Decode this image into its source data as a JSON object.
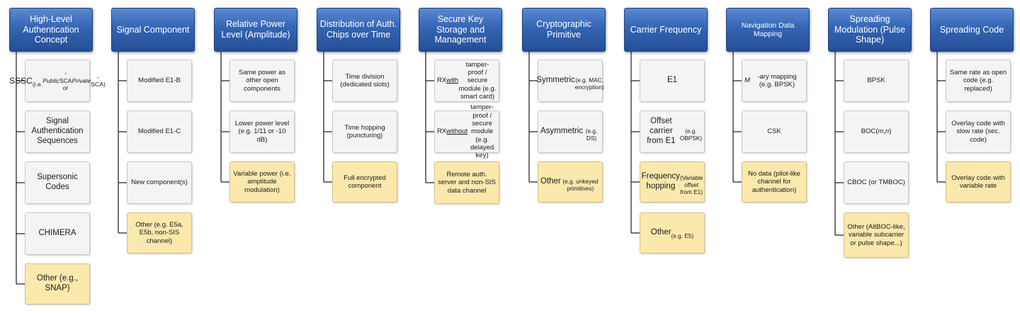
{
  "columns": [
    {
      "header": "High-Level Authentication Concept",
      "items": [
        {
          "rich": [
            {
              "t": "SSSC"
            },
            {
              "t": "\n(i.e. ",
              "s": "sm"
            },
            {
              "t": "Public",
              "s": "sm-i"
            },
            {
              "t": "-SCA\nor ",
              "s": "sm"
            },
            {
              "t": "Private",
              "s": "sm-i"
            },
            {
              "t": "-SCA)",
              "s": "sm"
            }
          ],
          "highlight": false
        },
        {
          "text": "Signal Authentication Sequences",
          "highlight": false
        },
        {
          "text": "Supersonic Codes",
          "highlight": false
        },
        {
          "text": "CHIMERA",
          "highlight": false
        },
        {
          "text": "Other (e.g., SNAP)",
          "highlight": true
        }
      ]
    },
    {
      "header": "Signal Component",
      "items": [
        {
          "text": "Modified E1-B",
          "highlight": false
        },
        {
          "text": "Modified E1-C",
          "highlight": false
        },
        {
          "text": "New component(s)",
          "highlight": false
        },
        {
          "text": "Other (e.g. E5a, E5b, non-SIS channel)",
          "highlight": true
        }
      ]
    },
    {
      "header": "Relative Power Level (Amplitude)",
      "items": [
        {
          "text": "Same power as other open components",
          "highlight": false
        },
        {
          "text": "Lower power level (e.g. 1/11 or -10 dB)",
          "highlight": false
        },
        {
          "text": "Variable power (i.e. amplitude modulation)",
          "highlight": true
        }
      ]
    },
    {
      "header": "Distribution of Auth. Chips over Time",
      "items": [
        {
          "text": "Time division (dedicated slots)",
          "highlight": false
        },
        {
          "text": "Time hopping (puncturing)",
          "highlight": false
        },
        {
          "text": "Full encrypted component",
          "highlight": true
        }
      ]
    },
    {
      "header": "Secure Key Storage and Management",
      "items": [
        {
          "rich": [
            {
              "t": "RX "
            },
            {
              "t": "with",
              "s": "u"
            },
            {
              "t": " tamper-proof / secure module (e.g. smart card)"
            }
          ],
          "highlight": false
        },
        {
          "rich": [
            {
              "t": "RX "
            },
            {
              "t": "without",
              "s": "u"
            },
            {
              "t": " tamper-proof / secure module (e.g. delayed key)"
            }
          ],
          "highlight": false
        },
        {
          "text": "Remote auth. server and non-SIS data channel",
          "highlight": true
        }
      ]
    },
    {
      "header": "Cryptographic Primitive",
      "items": [
        {
          "rich": [
            {
              "t": "Symmetric"
            },
            {
              "t": "\n(e.g. MAC, encryption)",
              "s": "sm"
            }
          ],
          "highlight": false
        },
        {
          "rich": [
            {
              "t": "Asymmetric"
            },
            {
              "t": "\n(e.g. DS)",
              "s": "sm"
            }
          ],
          "highlight": false
        },
        {
          "rich": [
            {
              "t": "Other"
            },
            {
              "t": "\n(e.g. unkeyed primitives)",
              "s": "sm"
            }
          ],
          "highlight": true
        }
      ]
    },
    {
      "header": "Carrier Frequency",
      "items": [
        {
          "text": "E1",
          "highlight": false
        },
        {
          "rich": [
            {
              "t": "Offset carrier from E1"
            },
            {
              "t": "\n(e.g. OBPSK)",
              "s": "sm"
            }
          ],
          "highlight": false
        },
        {
          "rich": [
            {
              "t": "Frequency hopping"
            },
            {
              "t": "\n(Variable offset from E1)",
              "s": "sm"
            }
          ],
          "highlight": true
        },
        {
          "rich": [
            {
              "t": "Other"
            },
            {
              "t": "\n(e.g. E5)",
              "s": "sm"
            }
          ],
          "highlight": true
        }
      ]
    },
    {
      "header": "Navigation Data Mapping",
      "items": [
        {
          "rich": [
            {
              "t": "M",
              "s": "i"
            },
            {
              "t": "-ary mapping (e.g. BPSK)"
            }
          ],
          "highlight": false
        },
        {
          "text": "CSK",
          "highlight": false
        },
        {
          "text": "No data (pilot-like channel for authentication)",
          "highlight": true
        }
      ]
    },
    {
      "header": "Spreading Modulation (Pulse Shape)",
      "items": [
        {
          "text": "BPSK",
          "highlight": false
        },
        {
          "rich": [
            {
              "t": "BOC("
            },
            {
              "t": "m",
              "s": "i"
            },
            {
              "t": ","
            },
            {
              "t": "n",
              "s": "i"
            },
            {
              "t": ")"
            }
          ],
          "highlight": false
        },
        {
          "text": "CBOC (or TMBOC)",
          "highlight": false
        },
        {
          "text": "Other (AltBOC-like, variable subcarrier or pulse shape...)",
          "highlight": true
        }
      ]
    },
    {
      "header": "Spreading Code",
      "items": [
        {
          "text": "Same rate as open code (e.g. replaced)",
          "highlight": false
        },
        {
          "text": "Overlay code with slow rate (sec. code)",
          "highlight": false
        },
        {
          "text": "Overlay code with variable rate",
          "highlight": true
        }
      ]
    }
  ]
}
